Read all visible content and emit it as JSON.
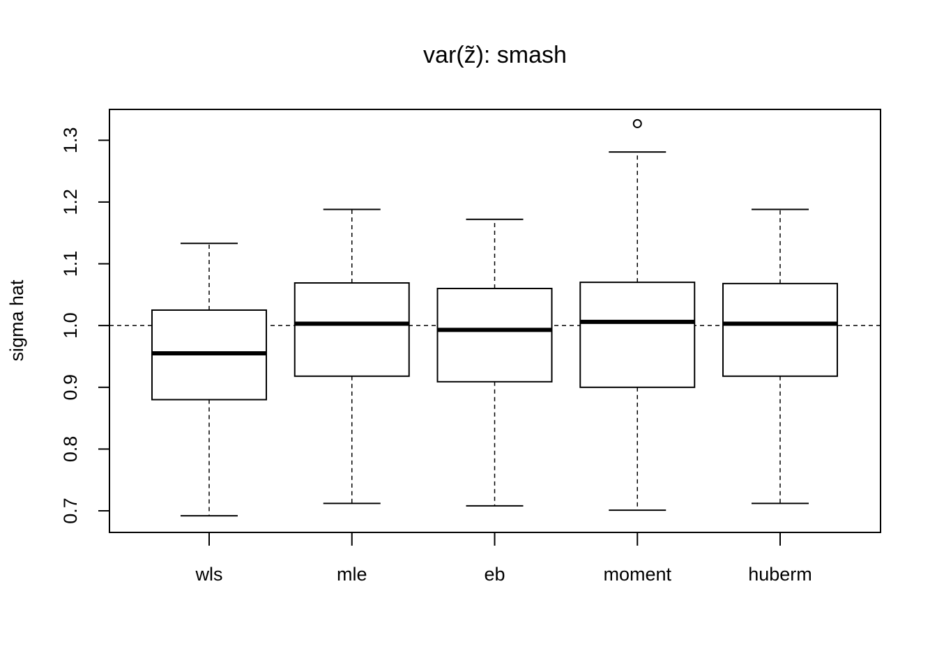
{
  "chart_data": {
    "type": "boxplot",
    "title": "var(z̃): smash",
    "xlabel": "",
    "ylabel": "sigma hat",
    "ylim": [
      0.665,
      1.35
    ],
    "yticks": [
      0.7,
      0.8,
      0.9,
      1.0,
      1.1,
      1.2,
      1.3
    ],
    "ytick_labels": [
      "0.7",
      "0.8",
      "0.9",
      "1.0",
      "1.1",
      "1.2",
      "1.3"
    ],
    "reference_line": 1.0,
    "reference_line_style": "dashed",
    "categories": [
      "wls",
      "mle",
      "eb",
      "moment",
      "huberm"
    ],
    "boxes": [
      {
        "name": "wls",
        "whisker_low": 0.692,
        "q1": 0.88,
        "median": 0.955,
        "q3": 1.025,
        "whisker_high": 1.133,
        "outliers": []
      },
      {
        "name": "mle",
        "whisker_low": 0.712,
        "q1": 0.918,
        "median": 1.003,
        "q3": 1.069,
        "whisker_high": 1.188,
        "outliers": []
      },
      {
        "name": "eb",
        "whisker_low": 0.708,
        "q1": 0.909,
        "median": 0.993,
        "q3": 1.06,
        "whisker_high": 1.172,
        "outliers": []
      },
      {
        "name": "moment",
        "whisker_low": 0.701,
        "q1": 0.9,
        "median": 1.006,
        "q3": 1.07,
        "whisker_high": 1.281,
        "outliers": [
          1.327
        ]
      },
      {
        "name": "huberm",
        "whisker_low": 0.712,
        "q1": 0.918,
        "median": 1.003,
        "q3": 1.068,
        "whisker_high": 1.188,
        "outliers": []
      }
    ],
    "grid": false,
    "legend": "none"
  }
}
